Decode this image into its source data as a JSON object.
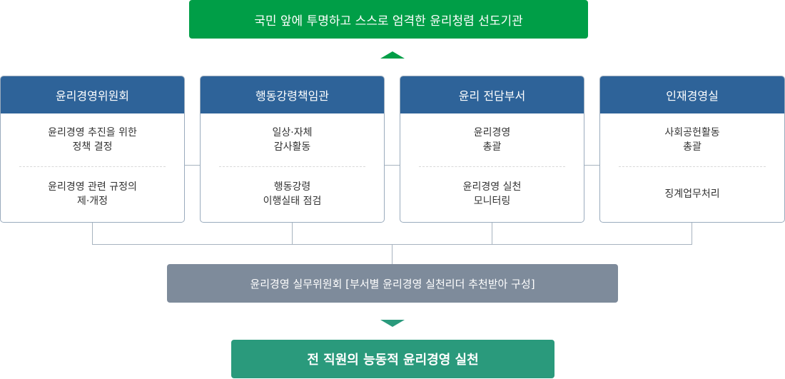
{
  "vision": "국민 앞에 투명하고 스스로 엄격한 윤리청렴 선도기관",
  "cards": [
    {
      "title": "윤리경영위원회",
      "items": [
        "윤리경영 추진을 위한\n정책 결정",
        "윤리경영 관련 규정의\n제·개정"
      ]
    },
    {
      "title": "행동강령책임관",
      "items": [
        "일상·자체\n감사활동",
        "행동강령\n이행실태 점검"
      ]
    },
    {
      "title": "윤리 전담부서",
      "items": [
        "윤리경영\n총괄",
        "윤리경영 실천\n모니터링"
      ]
    },
    {
      "title": "인재경영실",
      "items": [
        "사회공헌활동\n총괄",
        "징계업무처리"
      ]
    }
  ],
  "working_committee": "윤리경영 실무위원회 [부서별 윤리경영 실천리더 추천받아 구성]",
  "goal": "전 직원의 능동적 윤리경영 실천",
  "colors": {
    "vision_green": "#009e47",
    "card_header_blue": "#2e6399",
    "committee_gray": "#7e8b9b",
    "goal_teal": "#2a9a7c",
    "connector": "#a7b3bf"
  }
}
